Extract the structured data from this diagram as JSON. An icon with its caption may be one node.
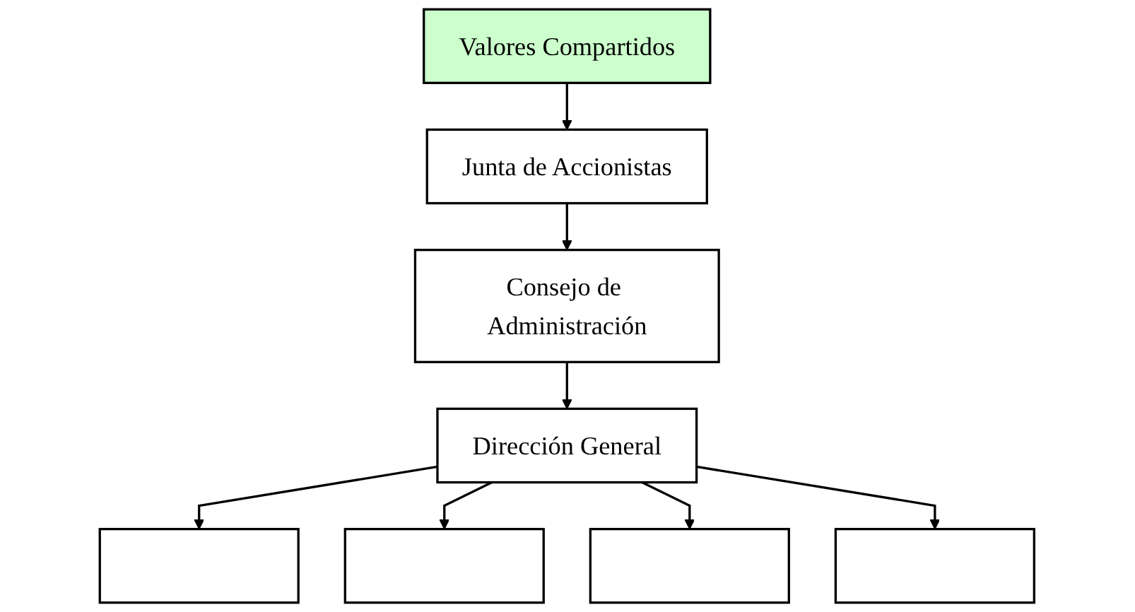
{
  "diagram": {
    "nodes": [
      {
        "text": [
          "Valores Compartidos"
        ]
      },
      {
        "text": [
          "Junta de Accionistas"
        ]
      },
      {
        "text": [
          "Consejo de Administración"
        ]
      },
      {
        "text": [
          "Dirección General"
        ]
      },
      {
        "text": [],
        "shape": "box"
      },
      {
        "text": [],
        "shape": "box"
      },
      {
        "text": [],
        "shape": "box"
      },
      {
        "text": [],
        "shape": "box"
      }
    ],
    "edges": [
      {
        "from": 0,
        "to": 1,
        "arrow": "to"
      },
      {
        "from": 1,
        "to": 2,
        "arrow": "to"
      },
      {
        "from": 2,
        "to": 3,
        "arrow": "to"
      },
      {
        "from": 3,
        "to": 4,
        "arrow": "to"
      },
      {
        "from": 3,
        "to": 5,
        "arrow": "to"
      },
      {
        "from": 3,
        "to": 6,
        "arrow": "to"
      },
      {
        "from": 3,
        "to": 7,
        "arrow": "to"
      }
    ]
  }
}
